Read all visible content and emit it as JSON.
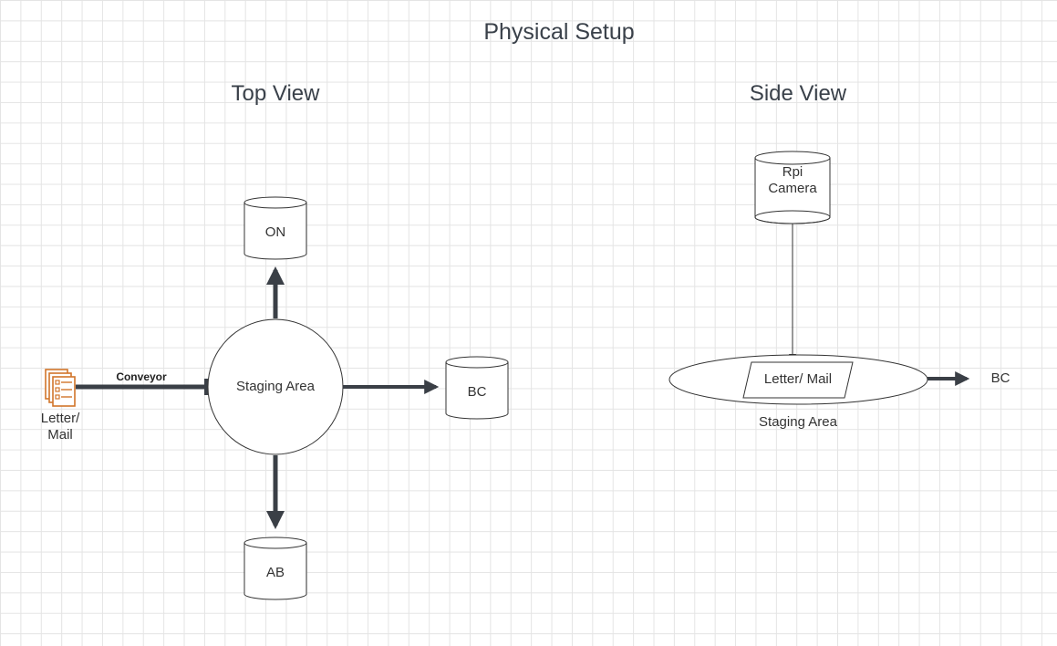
{
  "page_title": "Physical Setup",
  "top_view": {
    "heading": "Top View",
    "conveyor_label": "Conveyor",
    "source_label_line1": "Letter/",
    "source_label_line2": "Mail",
    "staging_label": "Staging Area",
    "db_on": "ON",
    "db_bc": "BC",
    "db_ab": "AB"
  },
  "side_view": {
    "heading": "Side View",
    "camera_line1": "Rpi",
    "camera_line2": "Camera",
    "mail_label": "Letter/ Mail",
    "staging_label": "Staging Area",
    "output_label": "BC"
  },
  "colors": {
    "icon": "#d1742a",
    "arrow": "#3a3f46",
    "title": "#3a414a"
  }
}
